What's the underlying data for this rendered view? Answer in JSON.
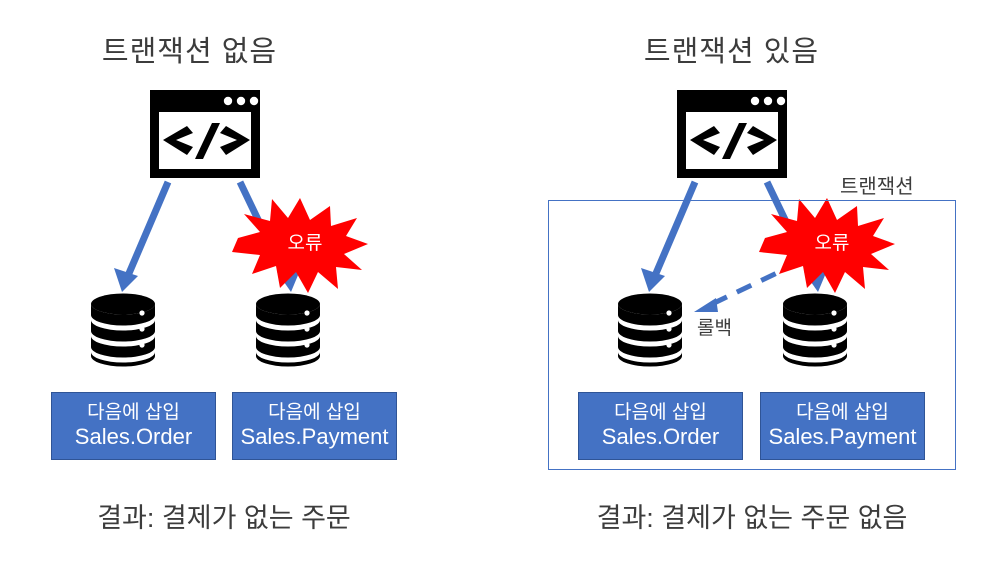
{
  "colors": {
    "accent_blue": "#4472C4",
    "border_blue": "#2F5496",
    "error_red": "#FF0000",
    "text_gray": "#3C3C3C",
    "icon_black": "#000000",
    "background": "#FFFFFF"
  },
  "panels": [
    {
      "id": "no-transaction",
      "title": "트랜잭션 없음",
      "caption": "결과: 결제가 없는 주문",
      "code_icon": "code-window-icon",
      "error_badge": "오류",
      "databases": [
        "database-icon",
        "database-icon"
      ],
      "boxes": [
        {
          "line1": "다음에 삽입",
          "line2": "Sales.Order"
        },
        {
          "line1": "다음에 삽입",
          "line2": "Sales.Payment"
        }
      ]
    },
    {
      "id": "with-transaction",
      "title": "트랜잭션 있음",
      "caption": "결과: 결제가 없는 주문 없음",
      "code_icon": "code-window-icon",
      "error_badge": "오류",
      "transaction_label": "트랜잭션",
      "rollback_label": "롤백",
      "databases": [
        "database-icon",
        "database-icon"
      ],
      "boxes": [
        {
          "line1": "다음에 삽입",
          "line2": "Sales.Order"
        },
        {
          "line1": "다음에 삽입",
          "line2": "Sales.Payment"
        }
      ]
    }
  ]
}
